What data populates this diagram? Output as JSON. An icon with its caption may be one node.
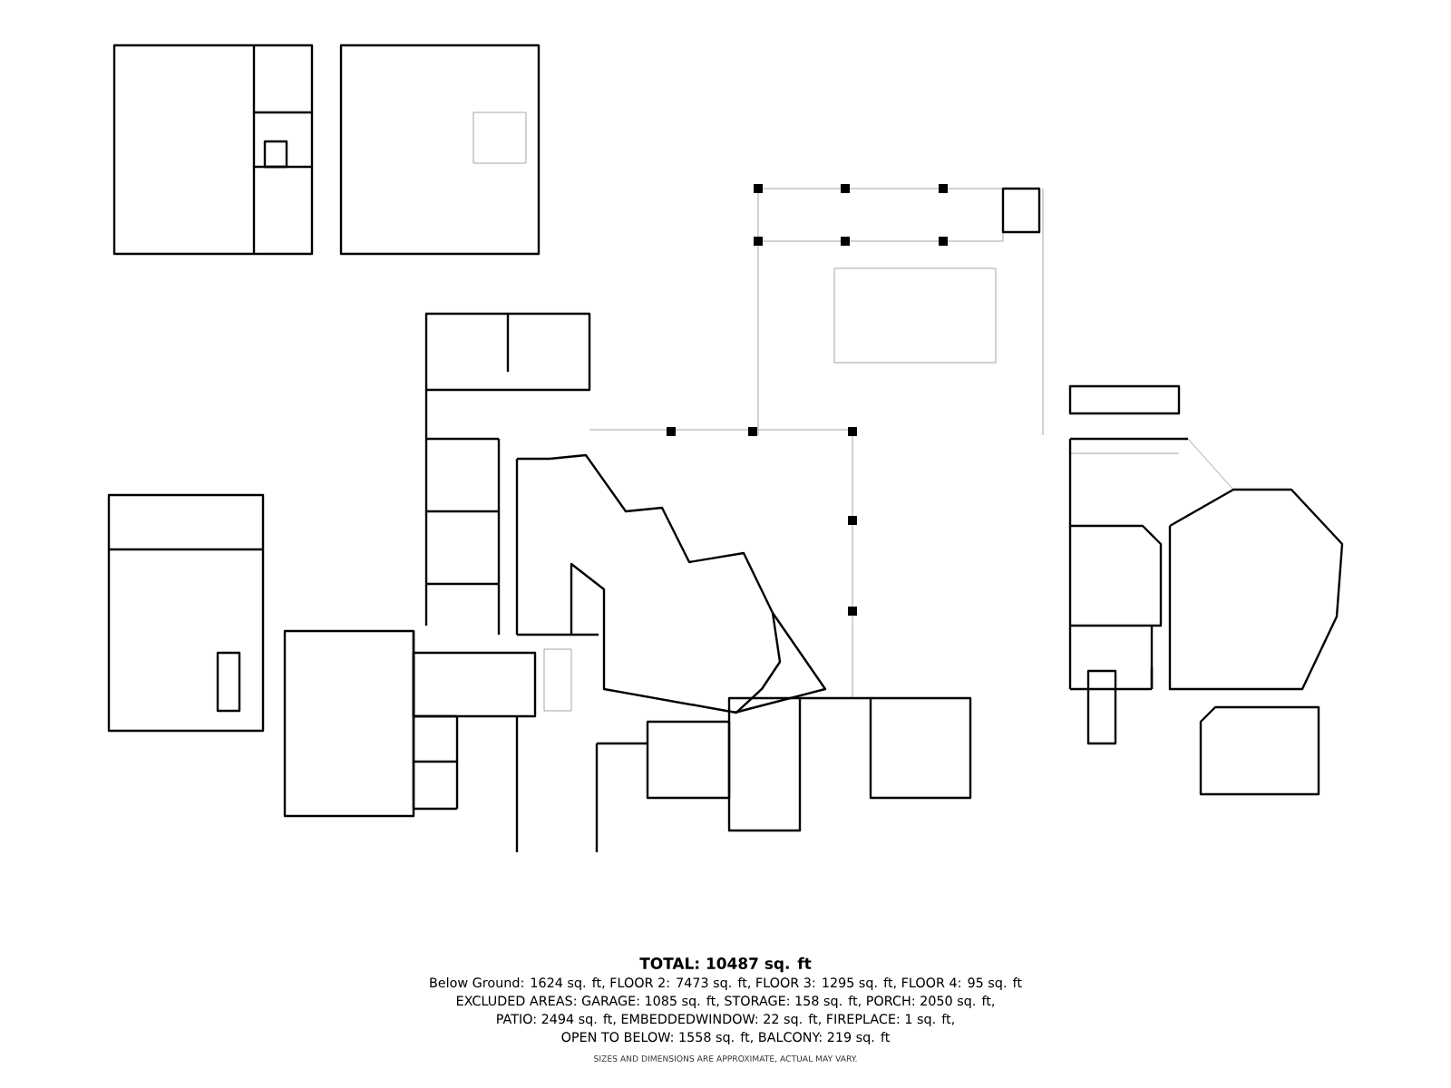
{
  "diagram": {
    "title": "TOTAL: 10487 sq. ft",
    "labels": [
      "Below Ground: 1624 sq. ft, FLOOR 2: 7473 sq. ft, FLOOR 3: 1295 sq. ft, FLOOR 4: 95 sq. ft",
      "EXCLUDED AREAS: GARAGE: 1085 sq. ft, STORAGE: 158 sq. ft, PORCH: 2050 sq. ft,",
      "PATIO: 2494 sq. ft, EMBEDDEDWINDOW: 22 sq. ft, FIREPLACE: 1 sq. ft,",
      "OPEN TO BELOW: 1558 sq. ft, BALCONY: 219 sq. ft",
      "SIZES AND DIMENSIONS ARE APPROXIMATE, ACTUAL MAY VARY."
    ]
  }
}
